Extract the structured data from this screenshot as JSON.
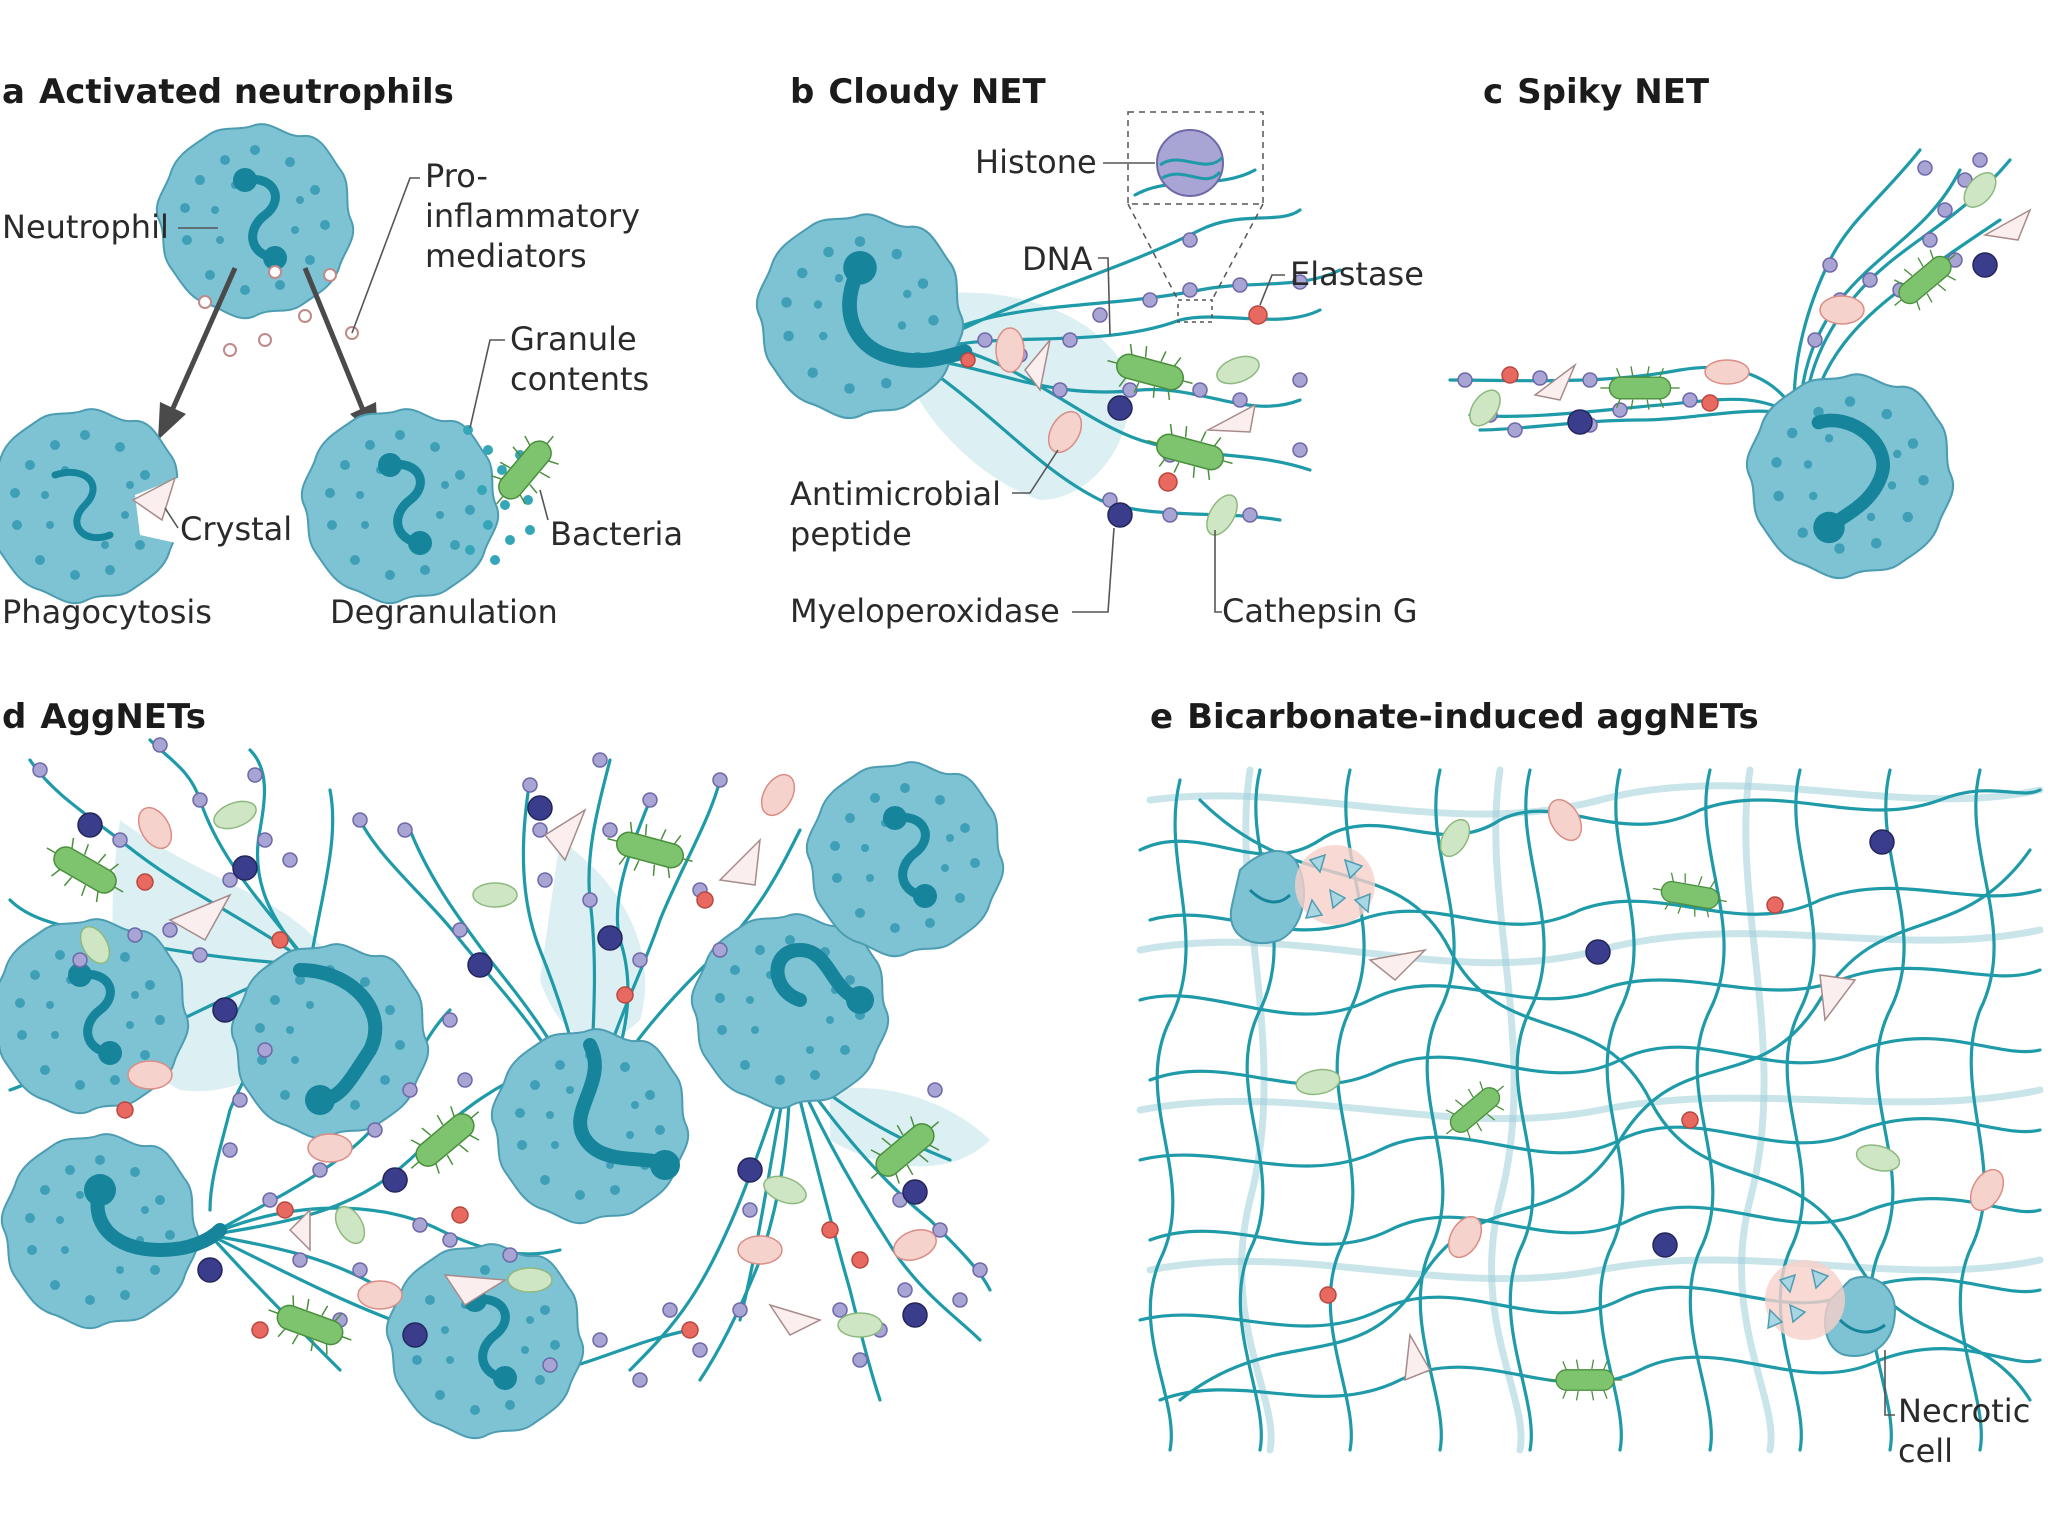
{
  "panels": {
    "a": {
      "letter": "a",
      "title": "Activated neutrophils"
    },
    "b": {
      "letter": "b",
      "title": "Cloudy NET"
    },
    "c": {
      "letter": "c",
      "title": "Spiky NET"
    },
    "d": {
      "letter": "d",
      "title": "AggNETs"
    },
    "e": {
      "letter": "e",
      "title": "Bicarbonate-induced aggNETs"
    }
  },
  "labels_a": {
    "neutrophil": "Neutrophil",
    "pro_line1": "Pro-",
    "pro_line2": "inflammatory",
    "pro_line3": "mediators",
    "granule_line1": "Granule",
    "granule_line2": "contents",
    "crystal": "Crystal",
    "bacteria": "Bacteria",
    "phagocytosis": "Phagocytosis",
    "degranulation": "Degranulation"
  },
  "labels_b": {
    "histone": "Histone",
    "dna": "DNA",
    "elastase": "Elastase",
    "amp_line1": "Antimicrobial",
    "amp_line2": "peptide",
    "myeloperoxidase": "Myeloperoxidase",
    "cathepsin": "Cathepsin G"
  },
  "labels_e": {
    "necrotic_line1": "Necrotic",
    "necrotic_line2": "cell"
  },
  "colors": {
    "dna_fiber": "#1e9aa8",
    "neutrophil": "#7ec3d4",
    "histone": "#a8a4d4",
    "myeloperoxidase": "#3a3c8c",
    "elastase": "#e8695f",
    "antimicrobial_peptide": "#f6d2cc",
    "cathepsin_g": "#cfe6c4",
    "bacteria": "#7ec46f"
  }
}
